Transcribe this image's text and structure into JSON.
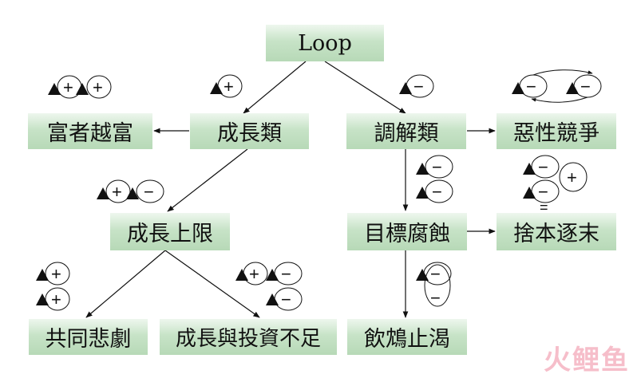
{
  "diagram": {
    "root": "Loop",
    "nodes": {
      "growth": "成長類",
      "balancing": "調解類",
      "success_to_successful": "富者越富",
      "escalation": "惡性競爭",
      "limits_to_growth": "成長上限",
      "eroding_goals": "目標腐蝕",
      "shifting_burden": "捨本逐末",
      "tragedy_of_commons": "共同悲劇",
      "growth_underinvestment": "成長與投資不足",
      "fixes_that_fail": "飲鴆止渴"
    },
    "loop_signs": {
      "plus": "+",
      "minus": "−",
      "equals": "="
    }
  },
  "watermark": "火鲤鱼"
}
